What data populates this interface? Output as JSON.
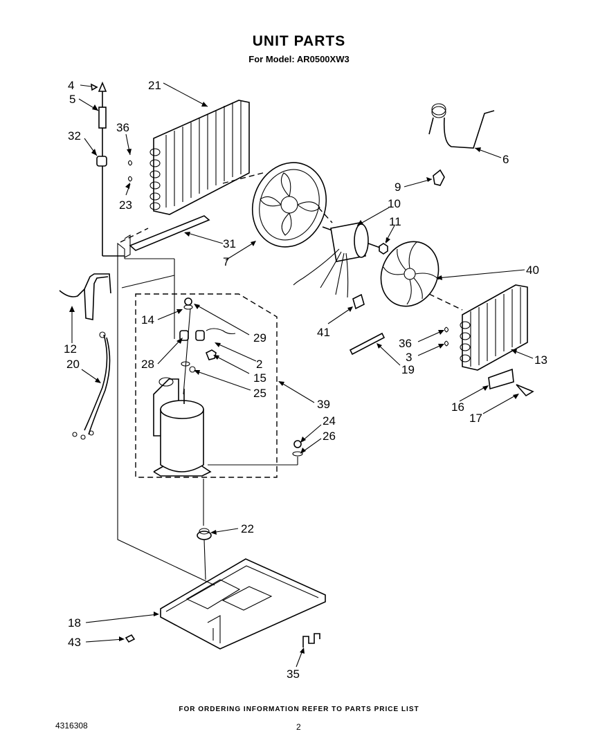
{
  "header": {
    "title": "UNIT PARTS",
    "subtitle": "For Model: AR0500XW3"
  },
  "footer": {
    "ordering_note": "FOR ORDERING INFORMATION REFER TO PARTS PRICE LIST",
    "document_number": "4316308",
    "page_number": "2"
  },
  "callouts": {
    "c4": "4",
    "c5": "5",
    "c32": "32",
    "c36a": "36",
    "c23": "23",
    "c21": "21",
    "c6": "6",
    "c9": "9",
    "c10": "10",
    "c11": "11",
    "c31": "31",
    "c7": "7",
    "c40": "40",
    "c41": "41",
    "c12": "12",
    "c20": "20",
    "c14": "14",
    "c29": "29",
    "c28": "28",
    "c2": "2",
    "c15": "15",
    "c25": "25",
    "c39": "39",
    "c36b": "36",
    "c3": "3",
    "c13": "13",
    "c19": "19",
    "c16": "16",
    "c17": "17",
    "c24": "24",
    "c26": "26",
    "c22": "22",
    "c18": "18",
    "c43": "43",
    "c35": "35"
  }
}
